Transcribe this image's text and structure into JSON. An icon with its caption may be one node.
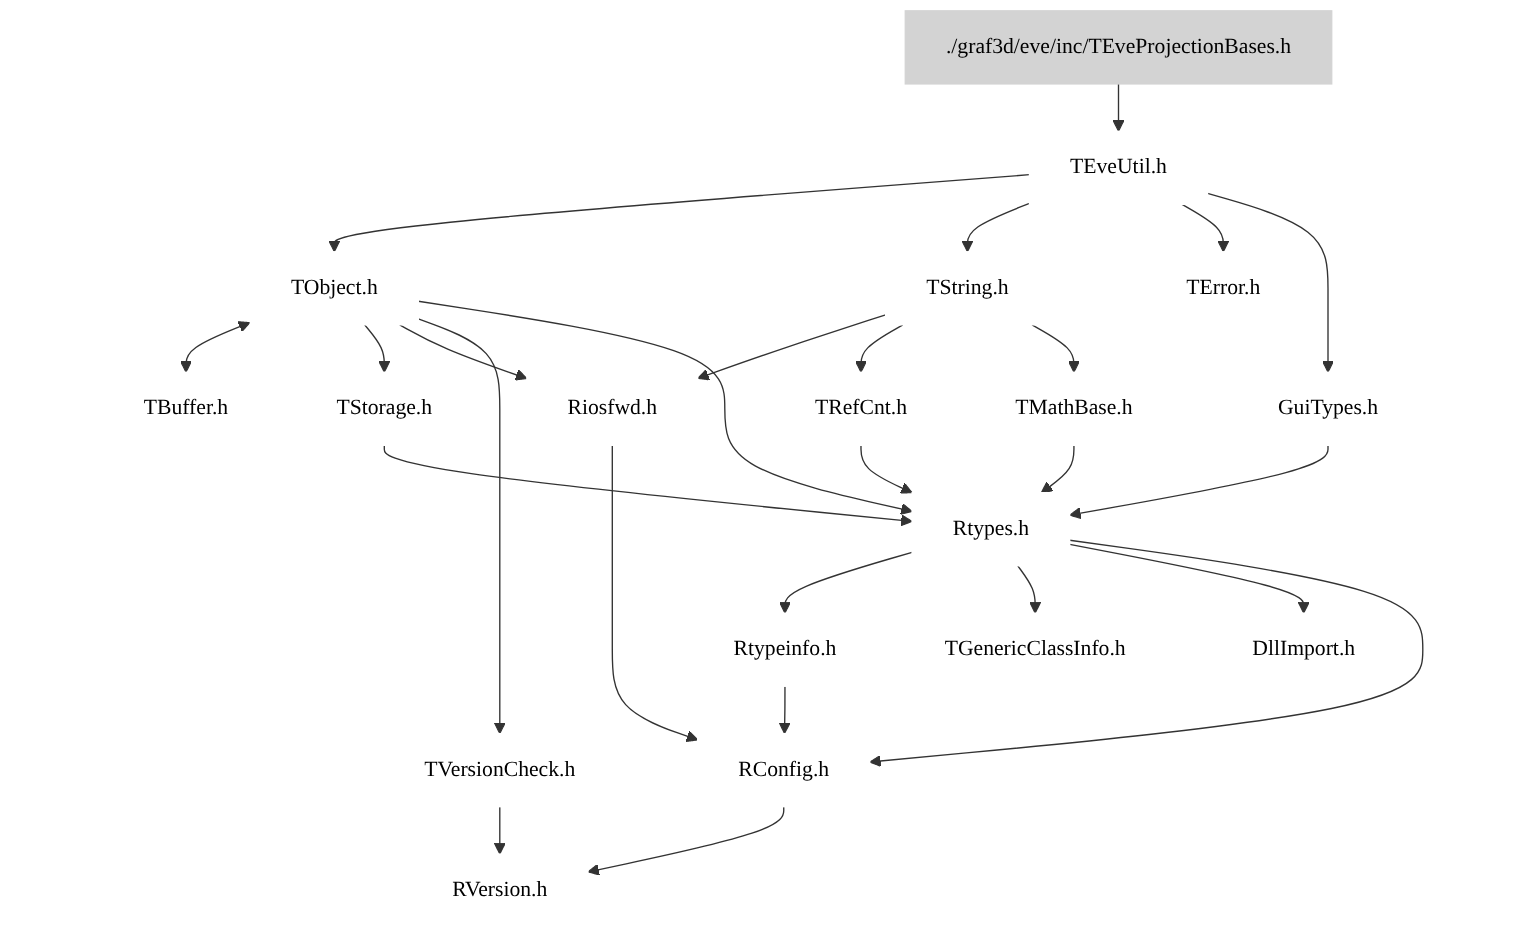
{
  "diagram": {
    "nodes": [
      {
        "text": [
          "./graf3d/eve/inc/TEveProjectionBases.h"
        ]
      },
      {
        "text": [
          "TEveUtil.h"
        ]
      },
      {
        "text": [
          "TObject.h"
        ]
      },
      {
        "text": [
          "TString.h"
        ]
      },
      {
        "text": [
          "TError.h"
        ]
      },
      {
        "text": [
          "GuiTypes.h"
        ]
      },
      {
        "text": [
          "TBuffer.h"
        ]
      },
      {
        "text": [
          "TStorage.h"
        ]
      },
      {
        "text": [
          "Riosfwd.h"
        ]
      },
      {
        "text": [
          "TRefCnt.h"
        ]
      },
      {
        "text": [
          "TMathBase.h"
        ]
      },
      {
        "text": [
          "TVersionCheck.h"
        ]
      },
      {
        "text": [
          "Rtypes.h"
        ]
      },
      {
        "text": [
          "Rtypeinfo.h"
        ]
      },
      {
        "text": [
          "TGenericClassInfo.h"
        ]
      },
      {
        "text": [
          "DllImport.h"
        ]
      },
      {
        "text": [
          "RConfig.h"
        ]
      },
      {
        "text": [
          "RVersion.h"
        ]
      }
    ],
    "edges": [
      {
        "from": 0,
        "to": 1,
        "arrow": "to"
      },
      {
        "from": 1,
        "to": 2,
        "arrow": "to"
      },
      {
        "from": 1,
        "to": 3,
        "arrow": "to"
      },
      {
        "from": 1,
        "to": 4,
        "arrow": "to"
      },
      {
        "from": 1,
        "to": 5,
        "arrow": "to"
      },
      {
        "from": 2,
        "to": 6,
        "arrow": "both"
      },
      {
        "from": 2,
        "to": 7,
        "arrow": "to"
      },
      {
        "from": 2,
        "to": 8,
        "arrow": "to"
      },
      {
        "from": 2,
        "to": 11,
        "arrow": "to"
      },
      {
        "from": 2,
        "to": 12,
        "arrow": "to"
      },
      {
        "from": 3,
        "to": 8,
        "arrow": "to"
      },
      {
        "from": 3,
        "to": 9,
        "arrow": "to"
      },
      {
        "from": 3,
        "to": 10,
        "arrow": "to"
      },
      {
        "from": 5,
        "to": 12,
        "arrow": "to"
      },
      {
        "from": 7,
        "to": 12,
        "arrow": "to"
      },
      {
        "from": 8,
        "to": 16,
        "arrow": "to"
      },
      {
        "from": 9,
        "to": 12,
        "arrow": "to"
      },
      {
        "from": 10,
        "to": 12,
        "arrow": "to"
      },
      {
        "from": 11,
        "to": 17,
        "arrow": "to"
      },
      {
        "from": 12,
        "to": 13,
        "arrow": "to"
      },
      {
        "from": 12,
        "to": 14,
        "arrow": "to"
      },
      {
        "from": 12,
        "to": 15,
        "arrow": "to"
      },
      {
        "from": 12,
        "to": 16,
        "arrow": "to"
      },
      {
        "from": 13,
        "to": 16,
        "arrow": "to"
      },
      {
        "from": 16,
        "to": 17,
        "arrow": "to"
      }
    ]
  }
}
